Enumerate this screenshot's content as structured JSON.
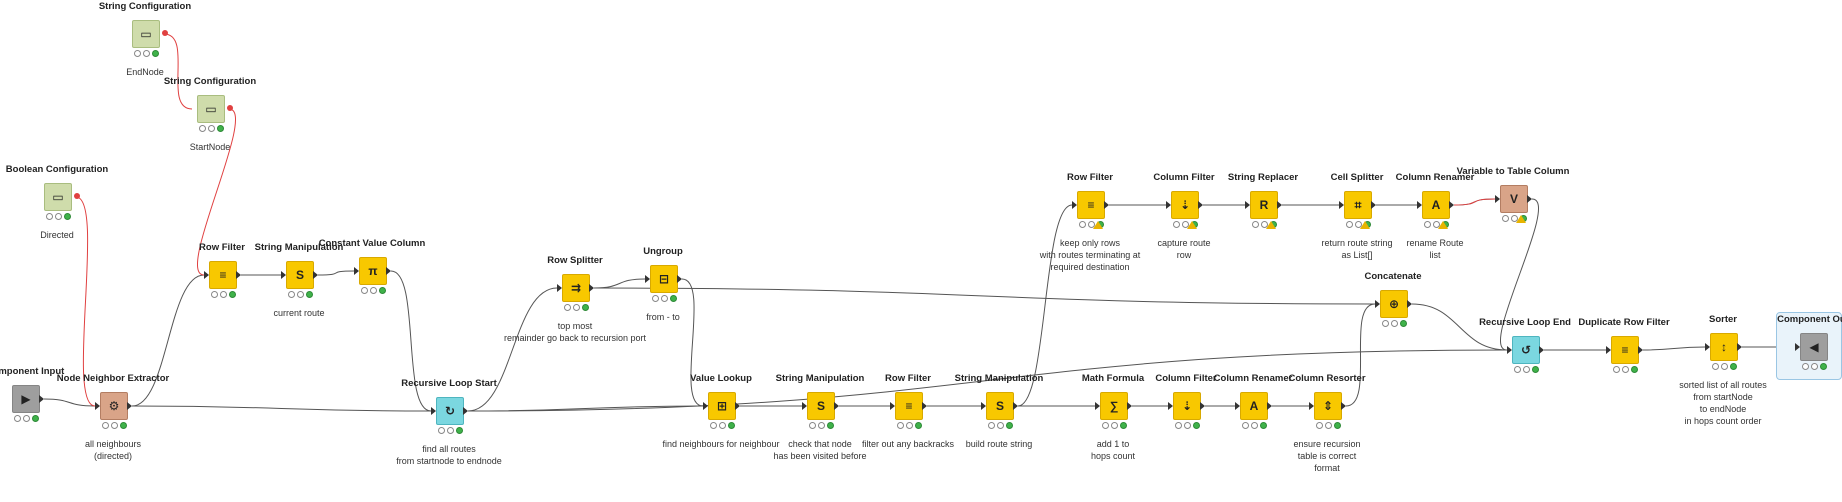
{
  "workflow": {
    "nodes": [
      {
        "id": "n1",
        "title": "String Configuration",
        "desc": "EndNode",
        "kind": "config",
        "icon": "config-icon",
        "status": "green"
      },
      {
        "id": "n2",
        "title": "String Configuration",
        "desc": "StartNode",
        "kind": "config",
        "icon": "config-icon",
        "status": "green"
      },
      {
        "id": "n3",
        "title": "Boolean Configuration",
        "desc": "Directed",
        "kind": "config",
        "icon": "config-icon",
        "status": "green"
      },
      {
        "id": "n4",
        "title": "Component Input",
        "desc": "",
        "kind": "io",
        "icon": "component-input-icon",
        "status": "green"
      },
      {
        "id": "n5",
        "title": "Node Neighbor Extractor",
        "desc": "all neighbours\n(directed)",
        "kind": "other",
        "icon": "graph-icon",
        "status": "green"
      },
      {
        "id": "n6",
        "title": "Row Filter",
        "desc": "",
        "kind": "manip",
        "icon": "row-filter-icon",
        "status": "green"
      },
      {
        "id": "n7",
        "title": "String Manipulation",
        "desc": "current route",
        "kind": "manip",
        "icon": "string-manip-icon",
        "status": "green"
      },
      {
        "id": "n8",
        "title": "Constant Value Column",
        "desc": "",
        "kind": "manip",
        "icon": "constant-icon",
        "status": "green"
      },
      {
        "id": "n9",
        "title": "Recursive Loop Start",
        "desc": "find all routes\nfrom startnode to endnode",
        "kind": "loop",
        "icon": "loop-start-icon",
        "status": "green"
      },
      {
        "id": "n10",
        "title": "Row Splitter",
        "desc": "top most\nremainder go back to recursion port",
        "kind": "manip",
        "icon": "row-splitter-icon",
        "status": "green"
      },
      {
        "id": "n11",
        "title": "Ungroup",
        "desc": "from - to",
        "kind": "manip",
        "icon": "ungroup-icon",
        "status": "green"
      },
      {
        "id": "n12",
        "title": "Value Lookup",
        "desc": "find neighbours for neighbour",
        "kind": "manip",
        "icon": "value-lookup-icon",
        "status": "green"
      },
      {
        "id": "n13",
        "title": "String Manipulation",
        "desc": "check that node\nhas been visited before",
        "kind": "manip",
        "icon": "string-manip-icon",
        "status": "green"
      },
      {
        "id": "n14",
        "title": "Row Filter",
        "desc": "filter out any backracks",
        "kind": "manip",
        "icon": "row-filter-icon",
        "status": "green"
      },
      {
        "id": "n15",
        "title": "String Manipulation",
        "desc": "build route string",
        "kind": "manip",
        "icon": "string-manip-icon",
        "status": "green"
      },
      {
        "id": "n16",
        "title": "Math Formula",
        "desc": "add 1 to\nhops count",
        "kind": "manip",
        "icon": "math-icon",
        "status": "green"
      },
      {
        "id": "n17",
        "title": "Column Filter",
        "desc": "",
        "kind": "manip",
        "icon": "column-filter-icon",
        "status": "green"
      },
      {
        "id": "n18",
        "title": "Column Renamer",
        "desc": "",
        "kind": "manip",
        "icon": "column-renamer-icon",
        "status": "green"
      },
      {
        "id": "n19",
        "title": "Column Resorter",
        "desc": "ensure recursion\ntable is correct\nformat",
        "kind": "manip",
        "icon": "column-resorter-icon",
        "status": "green"
      },
      {
        "id": "n20",
        "title": "Concatenate",
        "desc": "",
        "kind": "manip",
        "icon": "concatenate-icon",
        "status": "green"
      },
      {
        "id": "n21",
        "title": "Row Filter",
        "desc": "keep only rows\nwith routes terminating at\nrequired destination",
        "kind": "manip",
        "icon": "row-filter-icon",
        "status": "green",
        "warn": true
      },
      {
        "id": "n22",
        "title": "Column Filter",
        "desc": "capture route\nrow",
        "kind": "manip",
        "icon": "column-filter-icon",
        "status": "green",
        "warn": true
      },
      {
        "id": "n23",
        "title": "String Replacer",
        "desc": "",
        "kind": "manip",
        "icon": "string-replacer-icon",
        "status": "green",
        "warn": true
      },
      {
        "id": "n24",
        "title": "Cell Splitter",
        "desc": "return route string\nas List[]",
        "kind": "manip",
        "icon": "cell-splitter-icon",
        "status": "green",
        "warn": true
      },
      {
        "id": "n25",
        "title": "Column Renamer",
        "desc": "rename Route\nlist",
        "kind": "manip",
        "icon": "column-renamer-icon",
        "status": "green",
        "warn": true
      },
      {
        "id": "n26",
        "title": "Variable to Table Column",
        "desc": "",
        "kind": "other",
        "icon": "variable-to-table-icon",
        "status": "green",
        "warn": true
      },
      {
        "id": "n27",
        "title": "Recursive Loop End",
        "desc": "",
        "kind": "loop",
        "icon": "loop-end-icon",
        "status": "green"
      },
      {
        "id": "n28",
        "title": "Duplicate Row Filter",
        "desc": "",
        "kind": "manip",
        "icon": "duplicate-filter-icon",
        "status": "green"
      },
      {
        "id": "n29",
        "title": "Sorter",
        "desc": "sorted list of all routes\nfrom startNode\nto endNode\nin hops count order",
        "kind": "manip",
        "icon": "sorter-icon",
        "status": "green"
      },
      {
        "id": "n30",
        "title": "Component Out",
        "desc": "",
        "kind": "io",
        "icon": "component-output-icon",
        "status": "green"
      }
    ],
    "colors": {
      "manip": "#f8c800",
      "config": "#cfdcab",
      "loop": "#7bd7e0",
      "other": "#d9a488",
      "io": "#9e9e9e",
      "data_edge": "#555555",
      "variable_edge": "#e04040"
    }
  }
}
